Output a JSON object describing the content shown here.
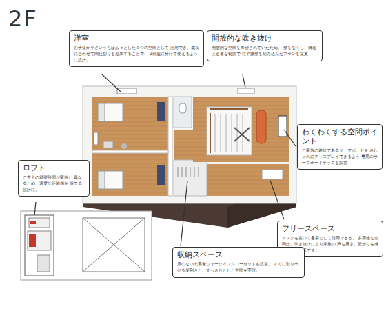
{
  "diagram": {
    "title": "2F",
    "nodes": [
      {
        "text": [
          "洋室",
          "お子様が小さいうちは広々とした１つの空間として 活用でき、成長に合わせて間仕切りを追加することで、 2部屋に分けて使えるように設計。"
        ]
      },
      {
        "text": [
          "開放的な吹き抜け",
          "開放的な空間を希望されていたため、 壁をなくし、構造上必要な範囲で 柱や腰壁を組み込んだプランを提案"
        ]
      },
      {
        "text": [
          "わくわくする空間ポイント",
          "ご家族の趣味であるサーフボードを おしゃれにディスプレイできるよう 専用のサーフボードラックを設置"
        ]
      },
      {
        "text": [
          "ロフト",
          "ご主人の就寝時間が家族と 異なるため、適度な距離感を 保てる設計に。"
        ]
      },
      {
        "text": [
          "フリースペース",
          "デスクを置いて書斎として活用できる、 多用途な空間は、吹き抜けにより家族の 声も届き、繋がりを感じられる場所です。"
        ]
      },
      {
        "text": [
          "収納スペース",
          "扉のない大容量ウォークインクローゼットを設置。 すぐに取り出せる便利さと、すっきりとした空間を実現。"
        ]
      }
    ]
  }
}
